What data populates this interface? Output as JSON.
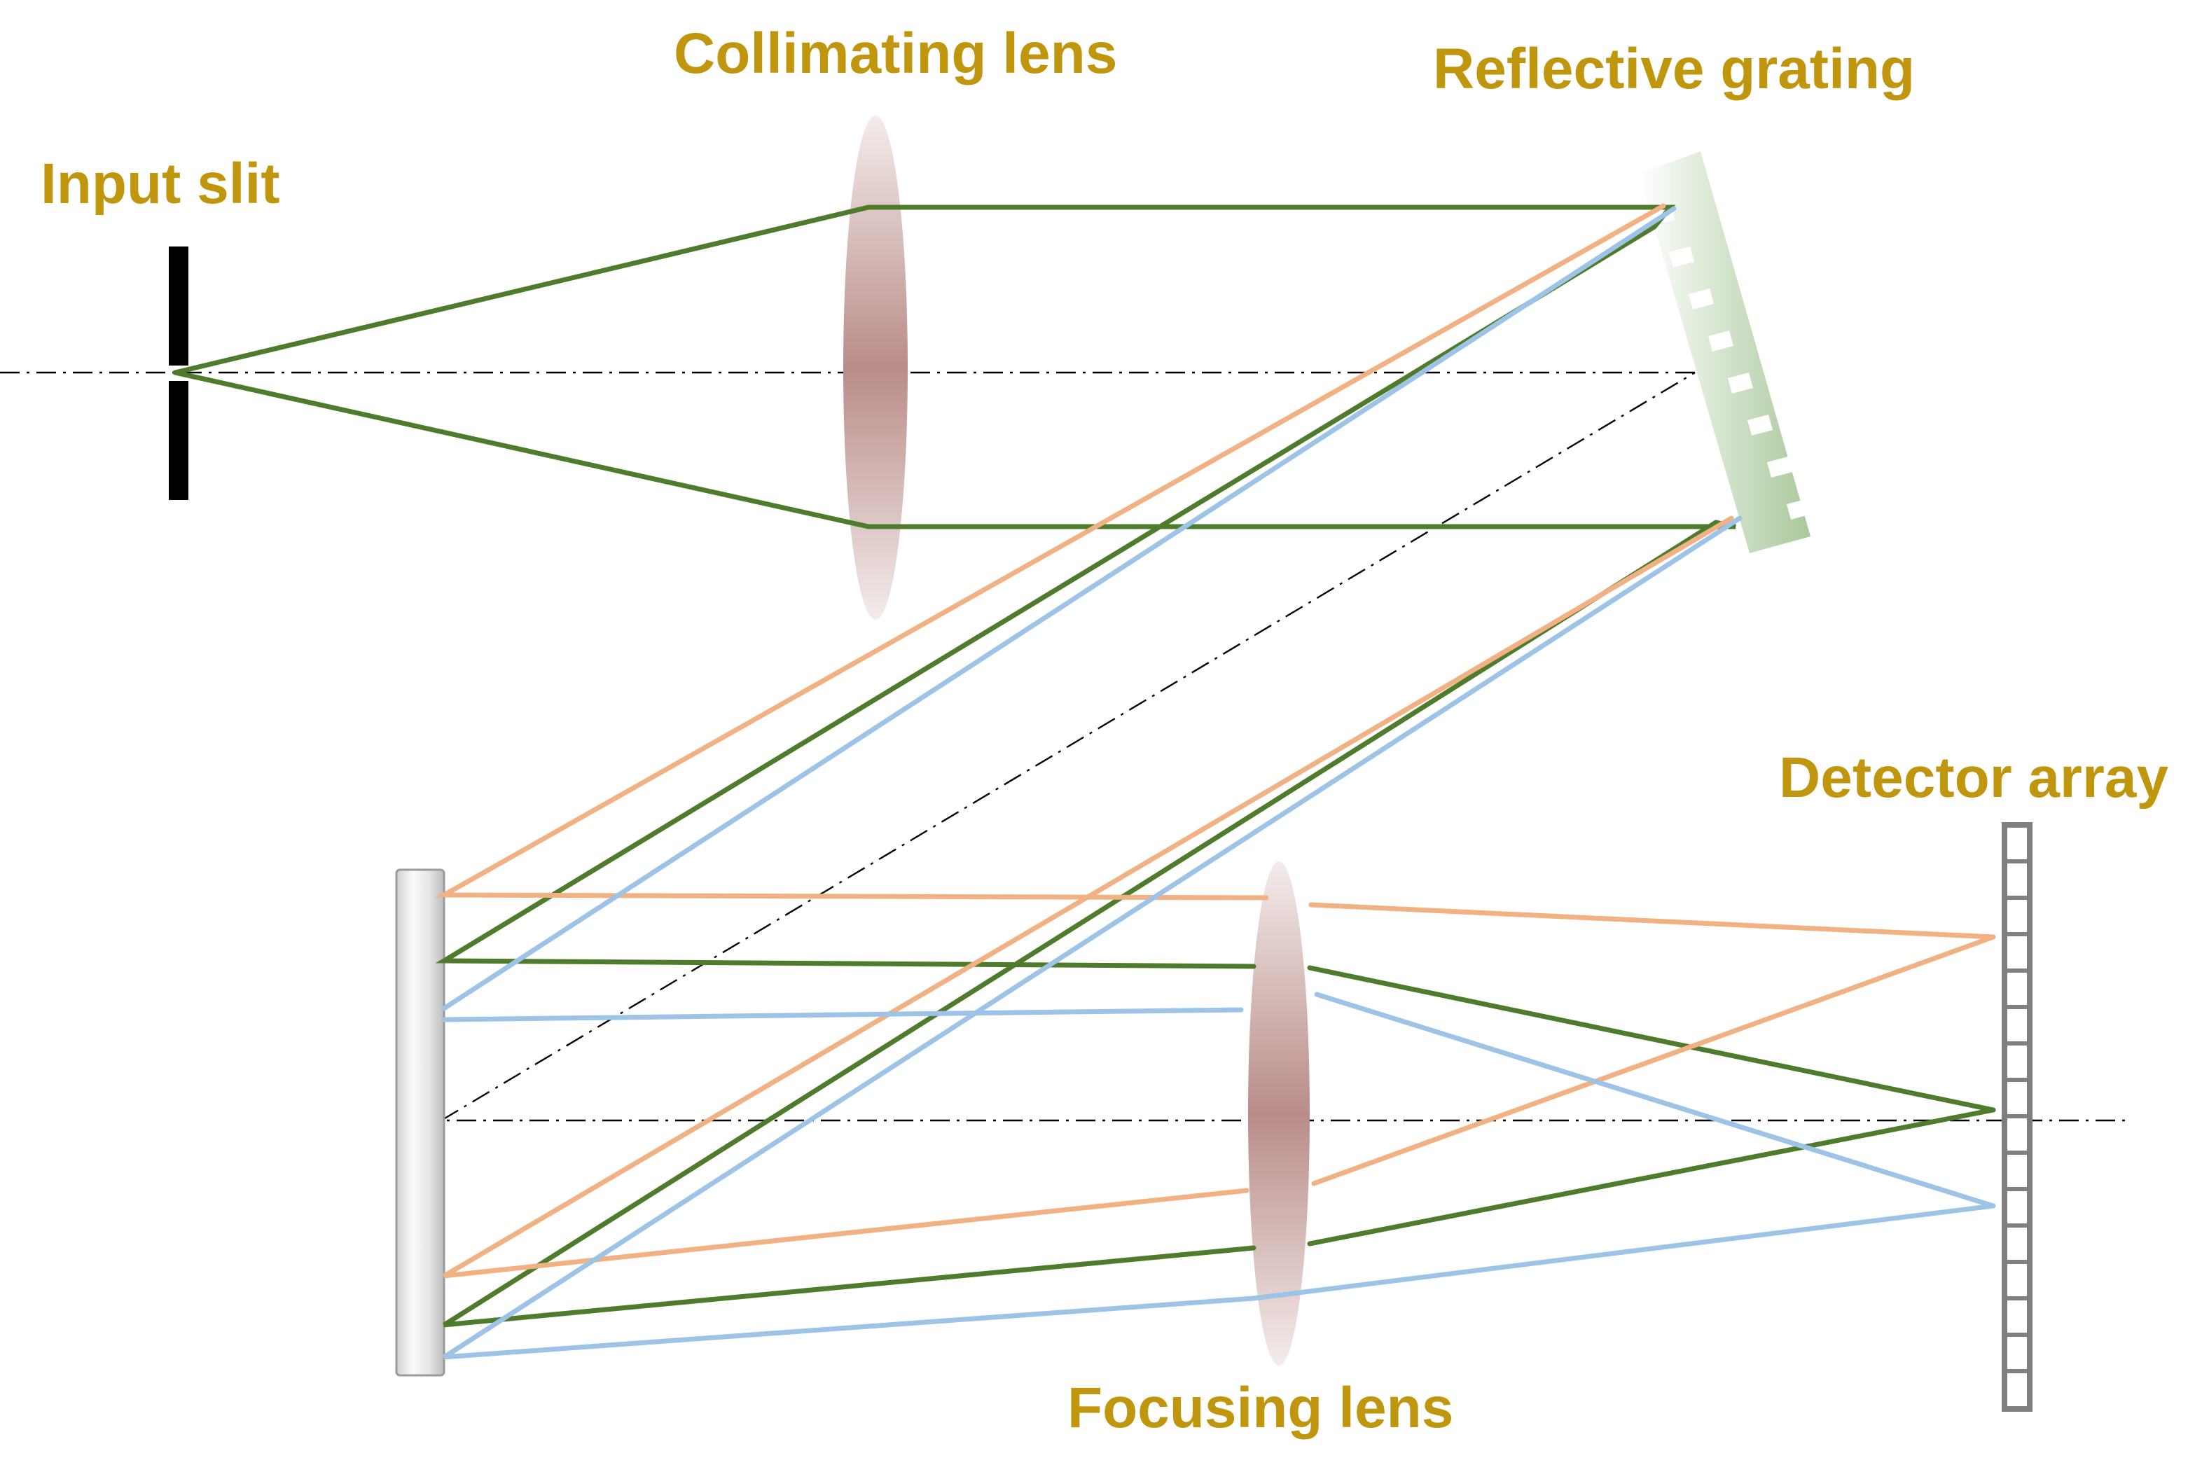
{
  "labels": {
    "input_slit": "Input slit",
    "collimating_lens": "Collimating lens",
    "reflective_grating": "Reflective grating",
    "detector_array": "Detector array",
    "focusing_lens": "Focusing lens"
  },
  "colors": {
    "label": "#c0960f",
    "green_ray": "#4f7b2c",
    "orange_ray": "#f2b183",
    "blue_ray": "#9dc3e6",
    "grating": "#a9c89b",
    "lens": "#b98c88",
    "detector": "#7f7f7f",
    "slit": "#000000"
  },
  "icons": {
    "input_slit": "slit-bar-icon",
    "collimating_lens": "lens-icon",
    "reflective_grating": "grating-icon",
    "mirror": "mirror-icon",
    "focusing_lens": "lens-icon",
    "detector_array": "detector-array-icon"
  }
}
